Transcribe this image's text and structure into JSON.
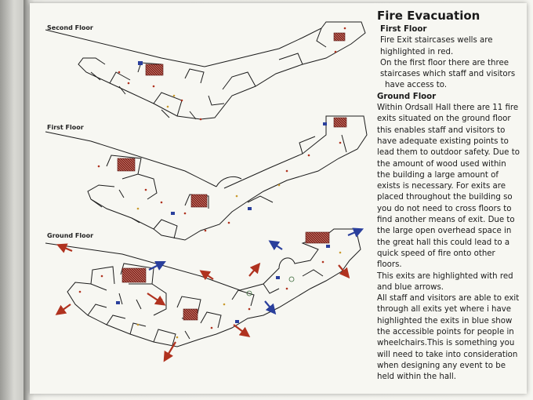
{
  "labels": {
    "second_floor": "Second Floor",
    "first_floor": "First Floor",
    "ground_floor": "Ground Floor"
  },
  "text": {
    "title": "Fire Evacuation",
    "first_floor_heading": "First Floor",
    "first_floor_p1": "Fire Exit staircases wells are highlighted in red.",
    "first_floor_p2a": "On the first floor there are three staircases which staff and visitors",
    "first_floor_p2b": "have access to.",
    "ground_floor_heading": "Ground Floor",
    "ground_floor_p1": "Within Ordsall Hall there are 11 fire exits situated on the ground floor this enables staff and visitors to have adequate existing points to lead them to outdoor safety. Due to the amount of wood used within the building a large amount of exists is necessary. For exits are placed throughout the building so you do not need to cross floors to find another means of exit. Due to the large open overhead space in the great hall this could lead to a quick speed of fire onto other floors.",
    "ground_floor_p2": "This exits are highlighted with red and blue arrows.",
    "ground_floor_p3": "All staff and visitors are able to exit through all exits yet where i have highlighted the exits in blue show the accessible points for people in wheelchairs.This is something you will need to take into consideration when designing any event to be held within the hall."
  },
  "colors": {
    "staircase": "#8b2a22",
    "exit_red": "#b0321f",
    "exit_blue": "#2a3f9c",
    "plan_line": "#1c1c1c"
  }
}
